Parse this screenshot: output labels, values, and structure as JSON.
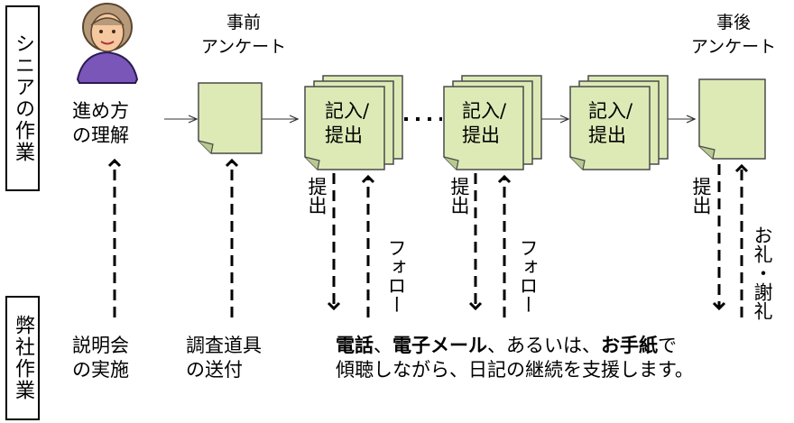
{
  "rows": {
    "senior_label": "シニアの作業",
    "company_label": "弊社作業"
  },
  "senior": {
    "understand_line1": "進め方",
    "understand_line2": "の理解",
    "pre_survey_line1": "事前",
    "pre_survey_line2": "アンケート",
    "post_survey_line1": "事後",
    "post_survey_line2": "アンケート",
    "entry_label_line1": "記入/",
    "entry_label_line2": "提出",
    "submit_label": "提出",
    "follow_label": "フォロー",
    "thanks_label": "お礼・謝礼"
  },
  "company": {
    "briefing_line1": "説明会",
    "briefing_line2": "の実施",
    "tools_line1": "調査道具",
    "tools_line2": "の送付",
    "support_phone": "電話",
    "support_sep1": "、",
    "support_email": "電子メール",
    "support_mid": "、あるいは、",
    "support_letter": "お手紙",
    "support_end1": "で",
    "support_line2": "傾聴しながら、日記の継続を支援します。"
  },
  "colors": {
    "doc_fill": "#ddeab6",
    "doc_stroke": "#4a4a4a"
  }
}
